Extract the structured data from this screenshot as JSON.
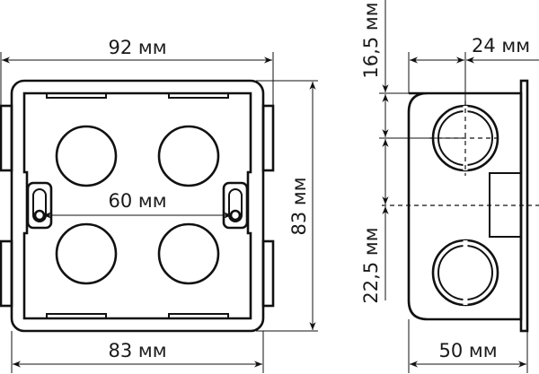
{
  "diagram": {
    "title": "Mounting box dimensions drawing",
    "stroke_color": "#111111",
    "background": "#ffffff",
    "front_view": {
      "overall_width_label": "92 мм",
      "body_width_label": "83 мм",
      "body_height_label": "83 мм",
      "screw_spacing_label": "60 мм",
      "knockouts": 4,
      "screw_slots": 2
    },
    "side_view": {
      "depth_label": "50 мм",
      "knockout_offset_label": "24 мм",
      "top_offset_label": "16,5 мм",
      "center_offset_label": "22,5 мм",
      "knockouts": 2
    }
  }
}
